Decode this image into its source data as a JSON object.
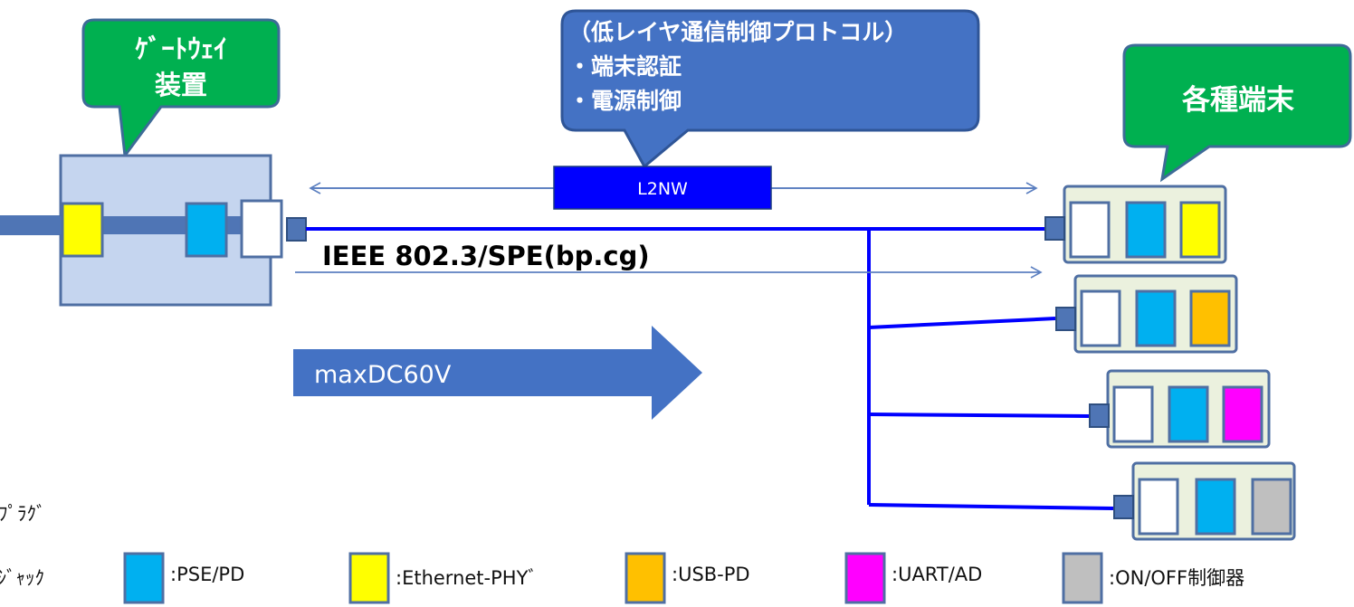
{
  "callouts": {
    "gateway": "ｹﾞｰﾄｳｪｲ\n装置",
    "protocol": "（低レイヤ通信制御プロトコル）\n・端末認証\n・電源制御",
    "terminals": "各種端末"
  },
  "network": {
    "l2nw_label": "L2NW",
    "bus_label": "IEEE 802.3/SPE(bp.cg)",
    "power_label": "maxDC60V"
  },
  "legend": {
    "left_items": [
      "ﾌﾟﾗｸﾞ",
      "ﾓｼﾞｬｯｸ"
    ],
    "items": [
      {
        "label": ":PSE/PD",
        "color": "#00b0f0"
      },
      {
        "label": ":Ethernet-PHYﾞ",
        "color": "#ffff00"
      },
      {
        "label": ":USB-PD",
        "color": "#ffc000"
      },
      {
        "label": ":UART/AD",
        "color": "#ff00ff"
      },
      {
        "label": ":ON/OFF制御器",
        "color": "#bfbfbf"
      }
    ]
  },
  "colors": {
    "callout_green": "#00b050",
    "callout_blue": "#4472c4",
    "bus_blue": "#0000ff",
    "l2nw_fill": "#0000ff",
    "gateway_box": "#c5d5ef",
    "terminal_box": "#ebf1de",
    "box_border": "#4f6fa3"
  },
  "terminals": [
    {
      "module_color": "#ffff00"
    },
    {
      "module_color": "#ffc000"
    },
    {
      "module_color": "#ff00ff"
    },
    {
      "module_color": "#bfbfbf"
    }
  ]
}
